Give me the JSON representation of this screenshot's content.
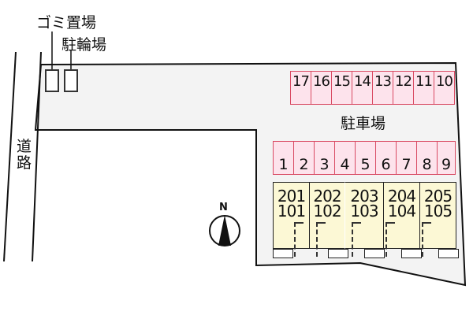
{
  "labels": {
    "garbage": "ゴミ置場",
    "bicycle": "駐輪場",
    "parking": "駐車場",
    "road": "道路",
    "north": "N"
  },
  "parking": {
    "top_row": [
      "17",
      "16",
      "15",
      "14",
      "13",
      "12",
      "11",
      "10"
    ],
    "bottom_row": [
      "1",
      "2",
      "3",
      "4",
      "5",
      "6",
      "7",
      "8",
      "9"
    ]
  },
  "units": [
    {
      "upper": "201",
      "lower": "101"
    },
    {
      "upper": "202",
      "lower": "102"
    },
    {
      "upper": "203",
      "lower": "103"
    },
    {
      "upper": "204",
      "lower": "104"
    },
    {
      "upper": "205",
      "lower": "105"
    }
  ],
  "colors": {
    "parking_fill": "#fde3ec",
    "parking_border": "#d94a63",
    "unit_fill": "#fcf8d5",
    "lot_fill": "#f3f3f3"
  }
}
